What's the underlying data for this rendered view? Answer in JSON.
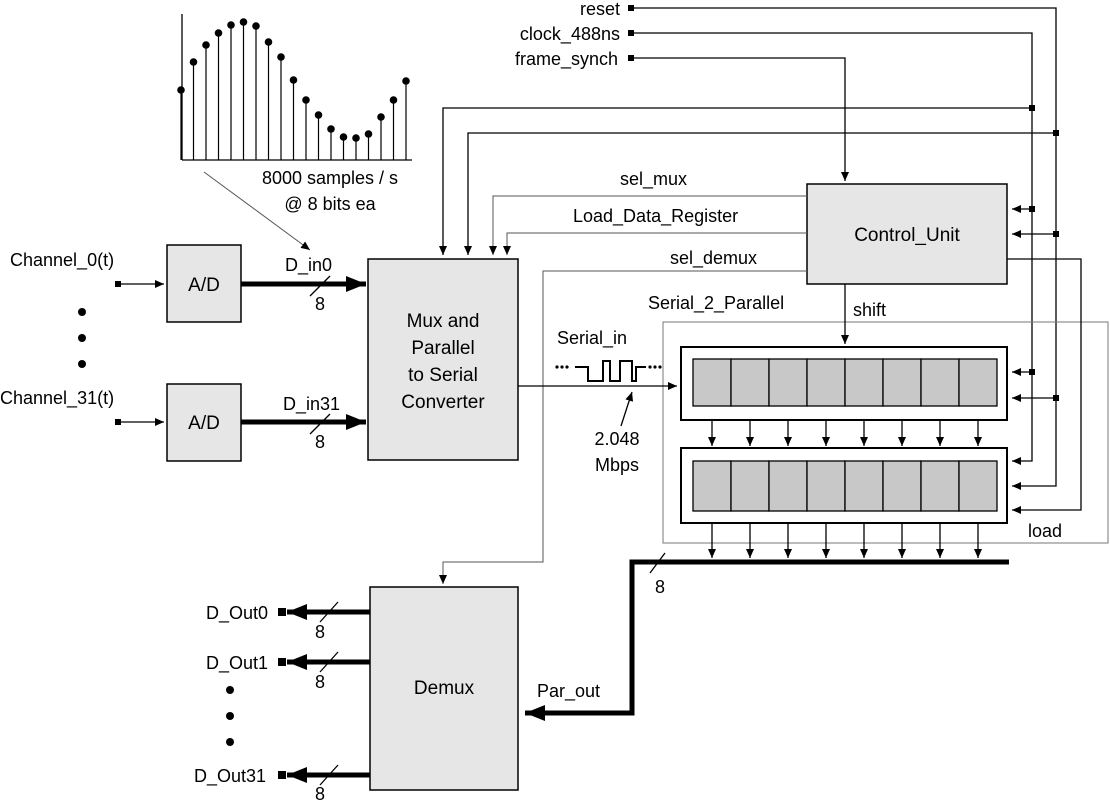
{
  "inputs": {
    "channel_0": "Channel_0(t)",
    "channel_31": "Channel_31(t)",
    "ad_0": "A/D",
    "ad_31": "A/D",
    "d_in0": "D_in0",
    "d_in31": "D_in31",
    "bus_width_in0": "8",
    "bus_width_in31": "8"
  },
  "sampling": {
    "rate_line1": "8000 samples / s",
    "rate_line2": "@ 8 bits ea"
  },
  "mux": {
    "line1": "Mux and",
    "line2": "Parallel",
    "line3": "to Serial",
    "line4": "Converter"
  },
  "serial": {
    "label": "Serial_in",
    "rate_value": "2.048",
    "rate_unit": "Mbps"
  },
  "control": {
    "reset": "reset",
    "clock": "clock_488ns",
    "frame_synch": "frame_synch",
    "unit": "Control_Unit",
    "sel_mux": "sel_mux",
    "load_data_register": "Load_Data_Register",
    "sel_demux": "sel_demux",
    "shift": "shift",
    "load": "load"
  },
  "s2p": {
    "title": "Serial_2_Parallel",
    "bus_width_out": "8"
  },
  "demux": {
    "label": "Demux",
    "par_out": "Par_out",
    "d_out0": "D_Out0",
    "d_out1": "D_Out1",
    "d_out31": "D_Out31",
    "bus_width_out0": "8",
    "bus_width_out1": "8",
    "bus_width_out31": "8"
  },
  "colors": {
    "block_fill": "#e6e6e6",
    "register_cell_fill": "#c8c8c8"
  }
}
